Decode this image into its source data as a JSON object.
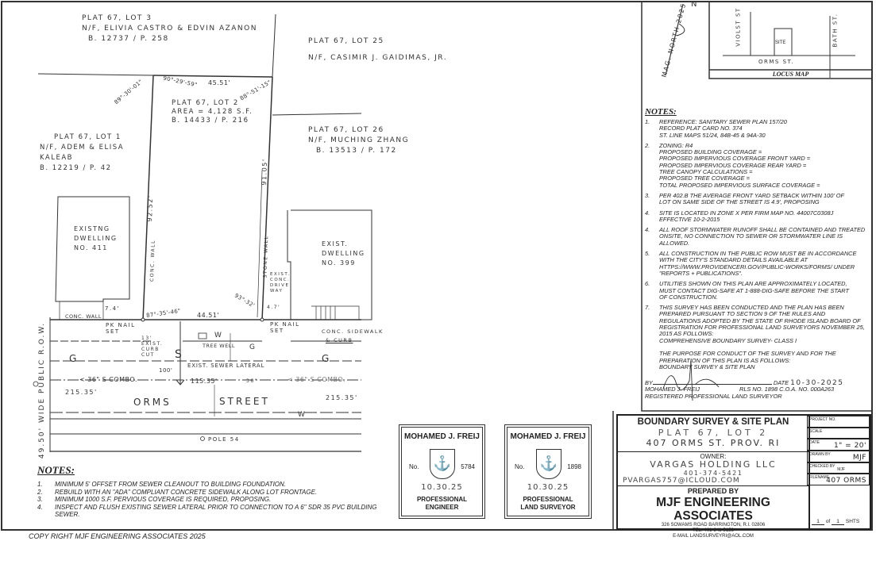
{
  "plan": {
    "lot3": [
      "PLAT 67, LOT 3",
      "N/F, ELIVIA CASTRO & EDVIN AZANON",
      "B. 12737 / P. 258"
    ],
    "lot25": [
      "PLAT 67, LOT 25",
      "N/F, CASIMIR J. GAIDIMAS, JR."
    ],
    "lot2": [
      "PLAT 67, LOT 2",
      "AREA = 4,128 S.F.",
      "B. 14433 / P. 216"
    ],
    "lot1": [
      "PLAT 67, LOT 1",
      "N/F, ADEM & ELISA",
      "KALEAB",
      "B. 12219 / P. 42"
    ],
    "lot26": [
      "PLAT 67, LOT 26",
      "N/F, MUCHING ZHANG",
      "B. 13513 / P. 172"
    ],
    "dwelling_411": [
      "EXISTNG",
      "DWELLING",
      "NO. 411"
    ],
    "dwelling_399": [
      "EXIST.",
      "DWELLING",
      "NO. 399"
    ],
    "angles": {
      "nw": "89°-30'-01\"",
      "top": "90°-29'-59\"",
      "ne": "88°-51'-15\"",
      "sw": "87°-35'-46\"",
      "se": "93°-32'"
    },
    "dims": {
      "top": "45.51'",
      "front": "44.51'",
      "left": "92.52'",
      "right": "91.05'",
      "offset_left": "7.4'",
      "offset_right": "4.7'",
      "row": "49.50' WIDE PUBLIC R.O.W.",
      "combo_left": "215.35'",
      "combo_right": "215.35'",
      "combo_mid": "115.35'",
      "sewer_dist": "100'",
      "sewer_size": "36\""
    },
    "labels": {
      "conc_wall": "CONC. WALL",
      "conc_wall_v": "CONC. WALL",
      "stone_wall": "STONE WALL",
      "pk_nail_left": "PK NAIL SET",
      "pk_nail_right": "PK NAIL SET",
      "curb_cut": "13' EXIST. CURB CUT",
      "tree_well": "TREE WELL",
      "sidewalk": "CONC. SIDEWALK",
      "curb": "& CURB",
      "sewer_lateral": "EXIST. SEWER LATERAL",
      "combo_left": "< 36\" S COMBO.",
      "combo_right": "< 36\" S COMBO.",
      "driveway": "EXIST. CONC. DRIVE WAY",
      "street1": "ORMS",
      "street2": "STREET",
      "pole": "POLE 54",
      "gas": "G",
      "water": "W",
      "sewer": "S"
    }
  },
  "north_arrow": {
    "label": "N",
    "text": "MAG. NORTH 2025"
  },
  "locus_map": {
    "title": "LOCUS MAP",
    "street_left": "VIOLST ST",
    "street_right": "BATH ST.",
    "street_bottom": "ORMS ST.",
    "site": "SITE"
  },
  "notes_right": {
    "title": "NOTES:",
    "items": [
      {
        "n": "1.",
        "lines": [
          "REFERENCE: SANITARY SEWER PLAN 157/20",
          "RECORD PLAT CARD NO. 374",
          "ST. LINE MAPS 51/24, 84B-45 & 94A-30"
        ]
      },
      {
        "n": "2.",
        "lines": [
          "ZONING: R4",
          "PROPOSED BUILDING COVERAGE =",
          "PROPOSED IMPERVIOUS COVERAGE FRONT YARD =",
          "PROPOSED IMPERVIOUS COVERAGE REAR YARD =",
          "TREE CANOPY CALCULATIONS =",
          "PROPOSED TREE COVERAGE =",
          "TOTAL PROPOSED IMPERVIOUS SURFACE COVERAGE ="
        ]
      },
      {
        "n": "3.",
        "lines": [
          "PER 402.B THE AVERAGE FRONT YARD SETBACK WITHIN 100' OF",
          "LOT ON SAME SIDE OF THE STREET IS 4.9', PROPOSING"
        ]
      },
      {
        "n": "4.",
        "lines": [
          "SITE IS LOCATED IN ZONE X PER FIRM MAP NO. 44007C0308J",
          "EFFECTIVE 10-2-2015"
        ]
      },
      {
        "n": "4.",
        "lines": [
          "ALL ROOF STORMWATER RUNOFF SHALL BE CONTAINED AND TREATED",
          "ONSITE, NO CONNECTION TO SEWER OR STORMWATER LINE IS",
          "ALLOWED."
        ]
      },
      {
        "n": "5.",
        "lines": [
          "ALL CONSTRUCTION IN THE PUBLIC ROW MUST BE IN ACCORDANCE",
          "WITH THE CITY'S STANDARD DETAILS AVAILABLE AT",
          "HTTPS://WWW.PROVIDENCERI.GOV/PUBLIC-WORKS/FORMS/ UNDER",
          "\"REPORTS + PUBLICATIONS\"."
        ]
      },
      {
        "n": "6.",
        "lines": [
          "UTILITIES SHOWN ON THIS PLAN ARE APPROXIMATELY LOCATED,",
          "MUST CONTACT DIG-SAFE AT 1-888-DIG-SAFE BEFORE THE START",
          "OF CONSTRUCTION."
        ]
      },
      {
        "n": "7.",
        "lines": [
          "THIS SURVEY HAS BEEN CONDUCTED AND THE PLAN HAS BEEN",
          "PREPARED PURSUANT TO SECTION 9 OF THE RULES AND",
          "REGULATIONS ADOPTED BY THE STATE OF RHODE ISLAND BOARD OF",
          "REGISTRATION FOR PROFESSIONAL LAND SURVEYORS NOVEMBER 25,",
          "2015 AS FOLLOWS:",
          "COMPREHENSIVE BOUNDARY SURVEY- CLASS I",
          "",
          "THE PURPOSE FOR CONDUCT OF THE SURVEY AND FOR THE",
          "PREPARATION OF THIS PLAN IS AS FOLLOWS:",
          "BOUNDARY SURVEY & SITE PLAN"
        ]
      }
    ],
    "sign": {
      "by": "BY",
      "date_label": "DATE",
      "date": "10-30-2025",
      "name": "MOHAMED J. FREIJ",
      "rls": "RLS NO. 1898 C.O.A. NO. 000A263",
      "title": "REGISTERED PROFESSIONAL LAND SURVEYOR"
    }
  },
  "notes_left": {
    "title": "NOTES:",
    "items": [
      {
        "n": "1.",
        "text": "MINIMUM 5' OFFSET FROM SEWER CLEANOUT TO BUILDING FOUNDATION."
      },
      {
        "n": "2.",
        "text": "REBUILD WITH AN \"ADA\" COMPLIANT CONCRETE SIDEWALK ALONG LOT FRONTAGE."
      },
      {
        "n": "3.",
        "text": "MINIMUM 1000 S.F. PERVIOUS COVERAGE IS REQUIRED, PROPOSING."
      },
      {
        "n": "4.",
        "text": "INSPECT AND FLUSH EXISTING SEWER LATERAL PRIOR TO CONNECTION TO A 6\" SDR 35 PVC BUILDING SEWER."
      }
    ]
  },
  "copyright": "COPY RIGHT MJF ENGINEERING ASSOCIATES 2025",
  "stamps": [
    {
      "name": "MOHAMED J. FREIJ",
      "no_label": "No.",
      "no": "5784",
      "date": "10.30.25",
      "profession": [
        "PROFESSIONAL",
        "ENGINEER"
      ]
    },
    {
      "name": "MOHAMED J. FREIJ",
      "no_label": "No.",
      "no": "1898",
      "date": "10.30.25",
      "profession": [
        "PROFESSIONAL",
        "LAND SURVEYOR"
      ]
    }
  ],
  "title_block": {
    "title": "BOUNDARY SURVEY & SITE PLAN",
    "plat_lot": "PLAT 67, LOT 2",
    "address": "407 ORMS ST. PROV. RI",
    "owner_label": "OWNER:",
    "owner": "VARGAS HOLDING LLC",
    "phone": "401-374-5421",
    "email": "PVARGAS757@ICLOUD.COM",
    "prepared_by": "PREPARED BY",
    "firm": "MJF ENGINEERING ASSOCIATES",
    "firm_address": "326 SOWAMS ROAD BARRINGTON, R.I. 02806",
    "firm_tel": "TEL. 401-241-5153",
    "firm_email": "E-MAIL LANDSURVEYRI@AOL.COM",
    "fields": {
      "project_no_label": "PROJECT NO.",
      "project_no": "",
      "scale_label": "SCALE",
      "scale": "",
      "date_label": "DATE",
      "date": "1\" = 20'",
      "drawn_label": "DRAWN BY",
      "drawn": "MJF",
      "checked_label": "CHECKED BY",
      "checked": "MJF",
      "filename_label": "FILENAME",
      "filename": "407 ORMS",
      "sheet": "1",
      "of": "of",
      "sheets": "1",
      "shts": "SHTS"
    }
  }
}
